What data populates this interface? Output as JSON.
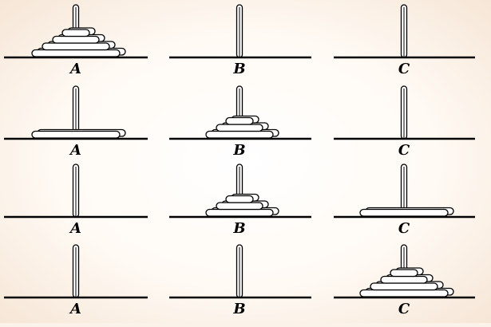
{
  "diagram": {
    "title": "",
    "pegs": [
      "A",
      "B",
      "C"
    ],
    "stages": [
      {
        "pegs": [
          [
            4,
            3,
            2,
            1
          ],
          [],
          []
        ]
      },
      {
        "pegs": [
          [
            4
          ],
          [
            3,
            2,
            1
          ],
          []
        ]
      },
      {
        "pegs": [
          [],
          [
            3,
            2,
            1
          ],
          [
            4
          ]
        ]
      },
      {
        "pegs": [
          [],
          [],
          [
            4,
            3,
            2,
            1
          ]
        ]
      }
    ]
  },
  "colors": {
    "ink": "#000000",
    "disk_fill": "#ffffff",
    "background": "#fbf3ea"
  }
}
